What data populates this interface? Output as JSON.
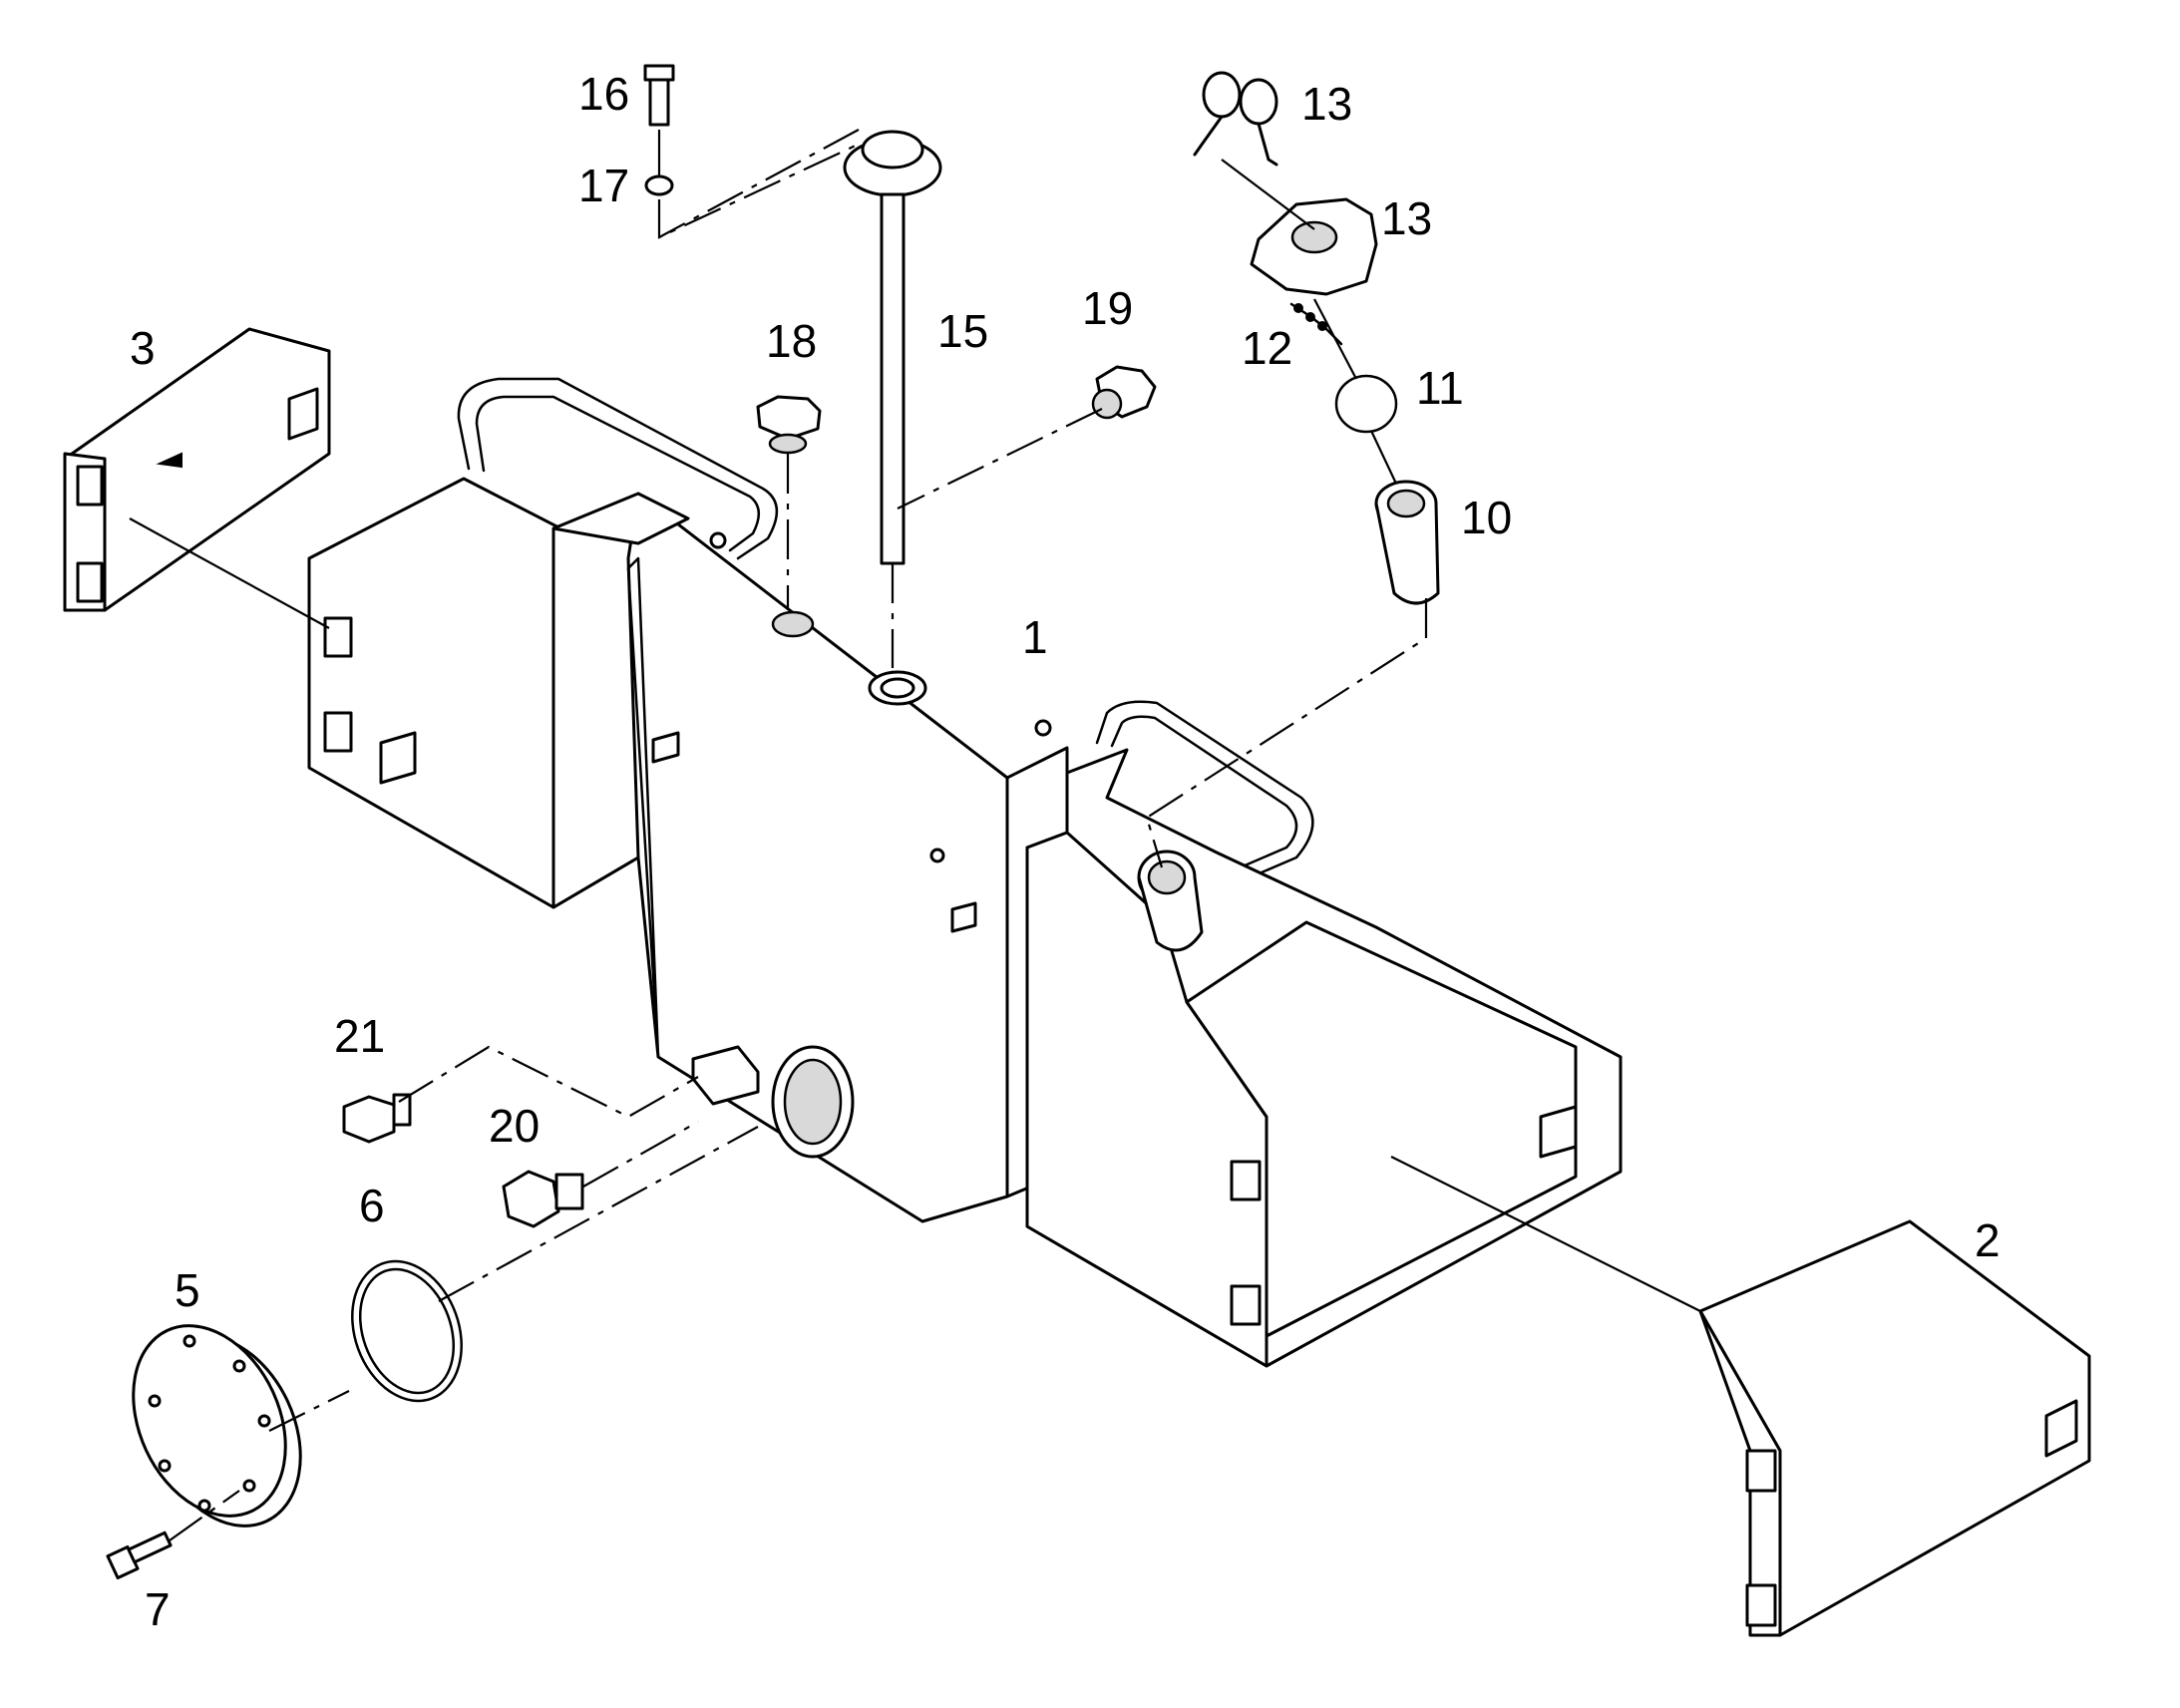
{
  "callouts": {
    "c1": "1",
    "c2": "2",
    "c3": "3",
    "c5": "5",
    "c6": "6",
    "c7": "7",
    "c10": "10",
    "c11": "11",
    "c12": "12",
    "c13a": "13",
    "c13b": "13",
    "c15": "15",
    "c16": "16",
    "c17": "17",
    "c18": "18",
    "c19": "19",
    "c20": "20",
    "c21": "21"
  },
  "colors": {
    "line": "#000000",
    "background": "#ffffff",
    "shade": "#d9d9d9"
  }
}
